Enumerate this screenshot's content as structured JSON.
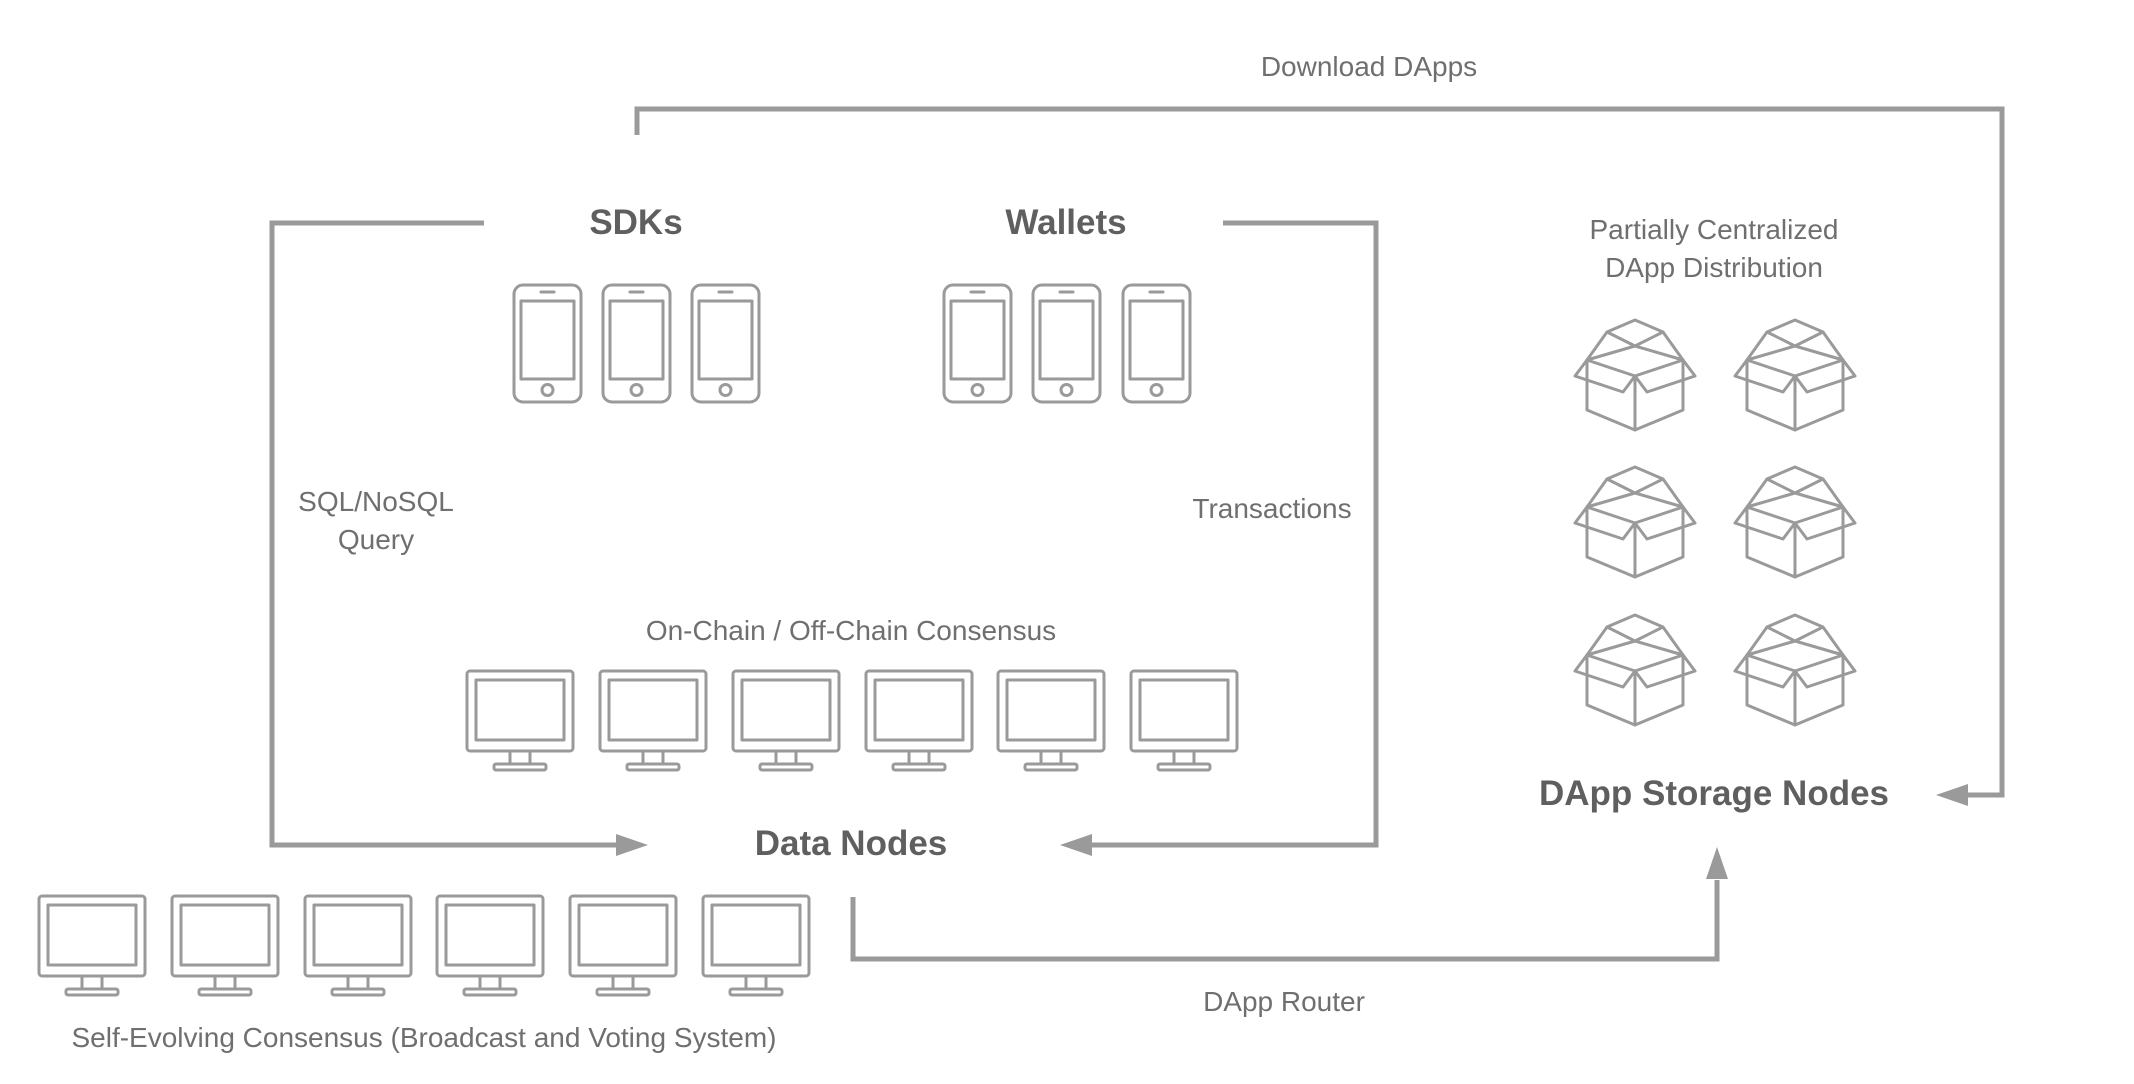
{
  "labels": {
    "download_dapps": "Download DApps",
    "sdks": "SDKs",
    "wallets": "Wallets",
    "partially_centralized_line1": "Partially Centralized",
    "partially_centralized_line2": "DApp Distribution",
    "sql_line1": "SQL/NoSQL",
    "sql_line2": "Query",
    "transactions": "Transactions",
    "onchain_consensus": "On-Chain / Off-Chain Consensus",
    "data_nodes": "Data Nodes",
    "dapp_storage_nodes": "DApp Storage Nodes",
    "dapp_router": "DApp Router",
    "self_evolving": "Self-Evolving Consensus (Broadcast and Voting System)"
  },
  "icons": {
    "phone": "phone-icon",
    "monitor": "monitor-icon",
    "box": "open-box-icon"
  },
  "colors": {
    "line": "#9a9a9a",
    "text": "#6f6f6f",
    "heading": "#5f5f5f"
  }
}
